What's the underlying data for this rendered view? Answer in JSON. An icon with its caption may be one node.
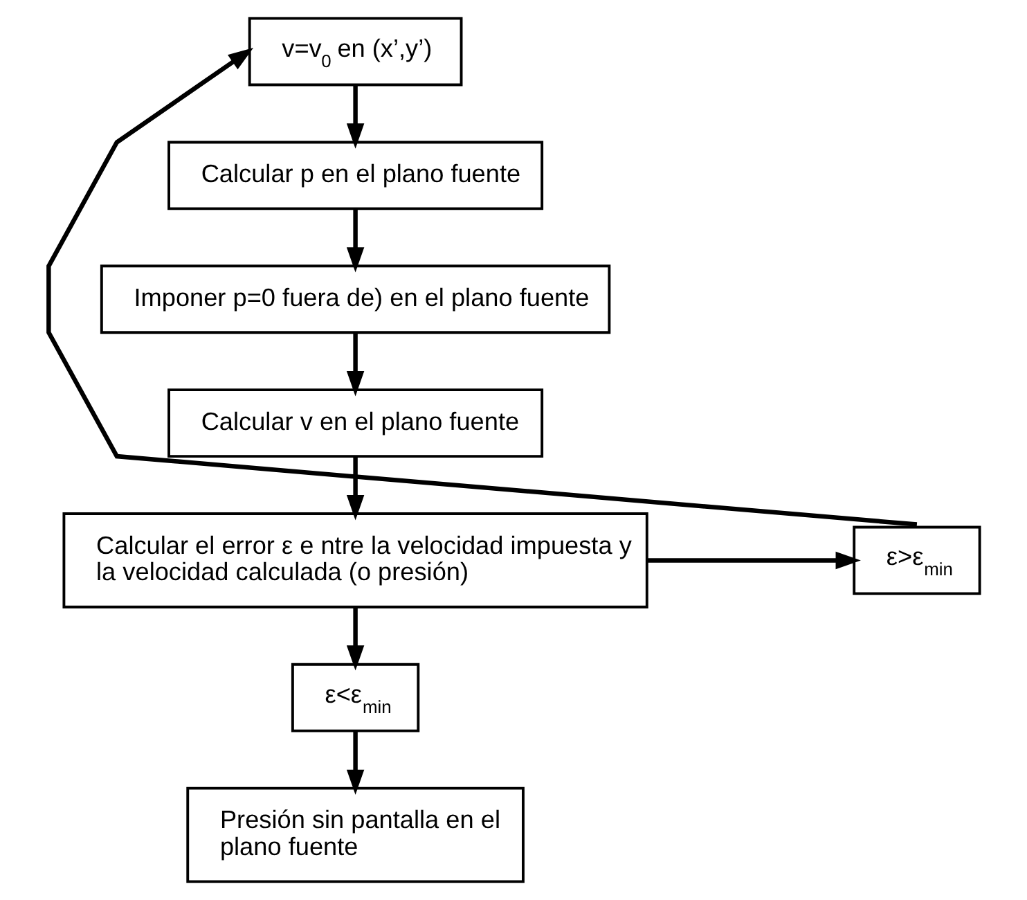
{
  "diagram": {
    "nodes": [
      {
        "text": [
          "v=v$_{0}$ en (x’,y’)"
        ]
      },
      {
        "text": [
          "Calcular p en el plano fuente"
        ]
      },
      {
        "text": [
          "Imponer p=0 fuera de) en el plano fuente"
        ]
      },
      {
        "text": [
          "Calcular v en el plano fuente"
        ]
      },
      {
        "text": [
          "Calcular el error ε e ntre la velocidad impuesta y la velocidad calculada (o presión)"
        ]
      },
      {
        "text": [
          "ε>ε$_{min}$"
        ]
      },
      {
        "text": [
          "ε<ε$_{min}$"
        ]
      },
      {
        "text": [
          "Presión sin pantalla en el plano fuente"
        ]
      }
    ],
    "edges": [
      {
        "from": 0,
        "to": 1,
        "arrow": "to"
      },
      {
        "from": 1,
        "to": 2,
        "arrow": "to"
      },
      {
        "from": 2,
        "to": 3,
        "arrow": "to"
      },
      {
        "from": 3,
        "to": 4,
        "arrow": "to"
      },
      {
        "from": 4,
        "to": 5,
        "arrow": "to"
      },
      {
        "from": 5,
        "to": 0,
        "arrow": "to"
      },
      {
        "from": 4,
        "to": 6,
        "arrow": "to"
      },
      {
        "from": 6,
        "to": 7,
        "arrow": "to"
      }
    ]
  }
}
